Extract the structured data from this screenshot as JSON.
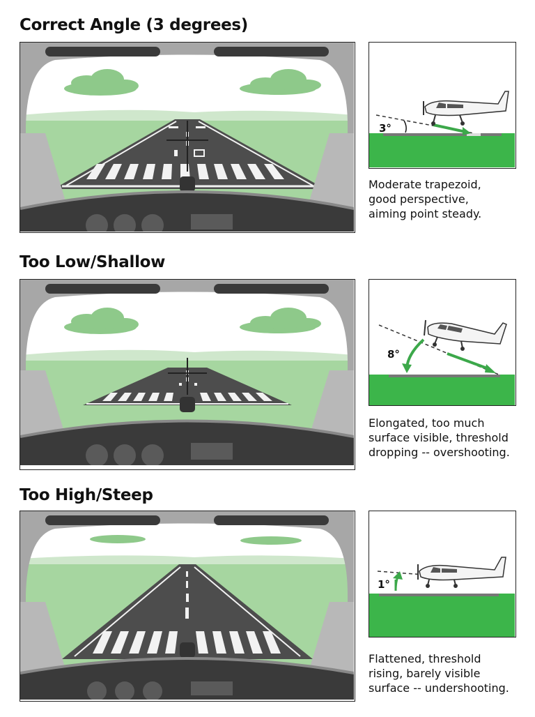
{
  "panels": [
    {
      "id": "correct",
      "title": "Correct Angle (3 degrees)",
      "angle_label": "3°",
      "angle_degrees": 3,
      "caption_lines": [
        "Moderate trapezoid,",
        "good perspective,",
        "aiming point steady."
      ]
    },
    {
      "id": "low",
      "title": "Too Low/Shallow",
      "angle_label": "8°",
      "angle_degrees": 8,
      "caption_lines": [
        "Elongated, too much",
        "surface visible, threshold",
        "dropping -- overshooting."
      ]
    },
    {
      "id": "high",
      "title": "Too High/Steep",
      "angle_label": "1°",
      "angle_degrees": 1,
      "caption_lines": [
        "Flattened, threshold",
        "rising, barely visible",
        "surface -- undershooting."
      ]
    }
  ],
  "colors": {
    "grass": "#3cb54a",
    "arrow": "#3ca84a",
    "field": "#a6d6a0",
    "cloud": "#8ec98a",
    "runway": "#4d4d4d",
    "frame": "#a7a7a7",
    "dashboard": "#3a3a3a"
  }
}
